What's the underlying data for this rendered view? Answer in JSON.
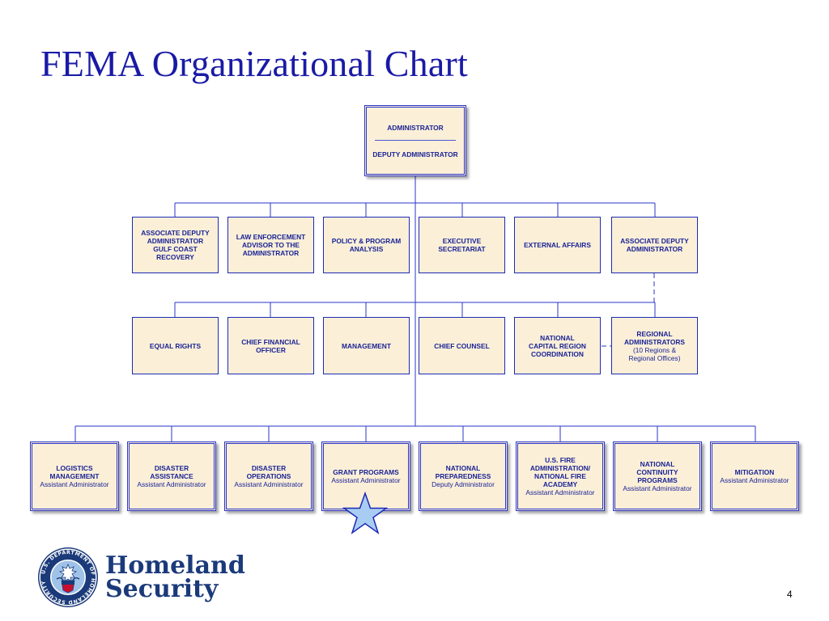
{
  "title": "FEMA Organizational Chart",
  "page_number": "4",
  "logo": {
    "line1": "Homeland",
    "line2": "Security",
    "seal_text": "U.S. DEPARTMENT OF HOMELAND SECURITY"
  },
  "admin_box": {
    "title": "ADMINISTRATOR",
    "subtitle": "DEPUTY ADMINISTRATOR"
  },
  "tier1": [
    {
      "title": "ASSOCIATE DEPUTY\nADMINISTRATOR\nGULF COAST\nRECOVERY",
      "sub": ""
    },
    {
      "title": "LAW ENFORCEMENT\nADVISOR TO THE\nADMINISTRATOR",
      "sub": ""
    },
    {
      "title": "POLICY & PROGRAM\nANALYSIS",
      "sub": ""
    },
    {
      "title": "EXECUTIVE\nSECRETARIAT",
      "sub": ""
    },
    {
      "title": "EXTERNAL AFFAIRS",
      "sub": ""
    },
    {
      "title": "ASSOCIATE DEPUTY\nADMINISTRATOR",
      "sub": ""
    }
  ],
  "tier2": [
    {
      "title": "EQUAL RIGHTS",
      "sub": ""
    },
    {
      "title": "CHIEF FINANCIAL\nOFFICER",
      "sub": ""
    },
    {
      "title": "MANAGEMENT",
      "sub": ""
    },
    {
      "title": "CHIEF COUNSEL",
      "sub": ""
    },
    {
      "title": "NATIONAL\nCAPITAL REGION\nCOORDINATION",
      "sub": ""
    },
    {
      "title": "REGIONAL\nADMINISTRATORS",
      "sub": "(10 Regions &\nRegional Offices)"
    }
  ],
  "tier3": [
    {
      "title": "LOGISTICS\nMANAGEMENT",
      "sub": "Assistant Administrator"
    },
    {
      "title": "DISASTER\nASSISTANCE",
      "sub": "Assistant Administrator"
    },
    {
      "title": "DISASTER\nOPERATIONS",
      "sub": "Assistant Administrator"
    },
    {
      "title": "GRANT PROGRAMS",
      "sub": "Assistant Administrator"
    },
    {
      "title": "NATIONAL\nPREPAREDNESS",
      "sub": "Deputy Administrator"
    },
    {
      "title": "U.S. FIRE\nADMINISTRATION/\nNATIONAL FIRE\nACADEMY",
      "sub": "Assistant Administrator"
    },
    {
      "title": "NATIONAL\nCONTINUITY\nPROGRAMS",
      "sub": "Assistant Administrator"
    },
    {
      "title": "MITIGATION",
      "sub": "Assistant Administrator"
    }
  ],
  "colors": {
    "line": "#2a35c8",
    "box_fill": "#fbefd8",
    "text": "#1a2496",
    "star": "#a9cdf2"
  },
  "icons": {
    "star": "star-icon",
    "seal": "dhs-seal-icon"
  }
}
